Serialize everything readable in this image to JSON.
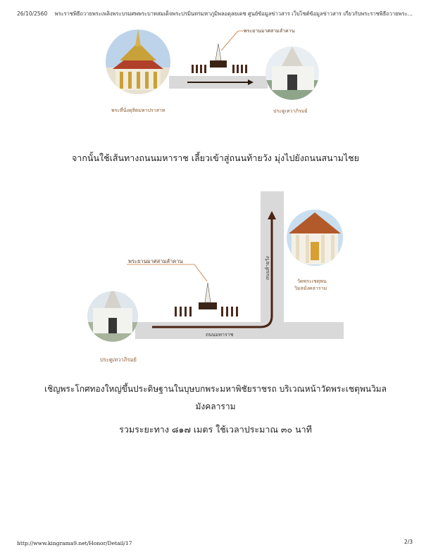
{
  "header": {
    "date": "26/10/2560",
    "title": "พระราชพิธีถวายพระเพลิงพระบรมศพพระบาทสมเด็จพระปรมินทรมหาภูมิพลอดุลยเดช ศูนย์ข้อมูลข่าวสาร เว็บไซต์ข้อมูลข่าวสาร เกี่ยวกับพระราชพิธีถวายพระ..."
  },
  "diagram1": {
    "label_vehicle": "พระยานมาศสามลำคาน",
    "label_left_place": "พระที่นั่งดุสิตมหาปราสาท",
    "label_right_place": "ประตูเทวาภิรมย์"
  },
  "caption1": "จากนั้นใช้เส้นทางถนนมหาราช เลี้ยวเข้าสู่ถนนท้ายวัง มุ่งไปยังถนนสนามไชย",
  "diagram2": {
    "label_vehicle": "พระยานมาศสามลำคาน",
    "label_road_vertical": "ถนนท้ายวัง",
    "label_road_horizontal": "ถนนมหาราช",
    "label_temple_line1": "วัดพระเชตุพน",
    "label_temple_line2": "วิมลมังคลาราม",
    "label_gate": "ประตูเทวาภิรมย์"
  },
  "caption2_line1": "เชิญพระโกศทองใหญ่ขึ้นประดิษฐานในบุษบกพระมหาพิชัยราชรถ บริเวณหน้าวัดพระเชตุพนวิมล",
  "caption2_line2": "มังคลาราม",
  "caption3": "รวมระยะทาง ๘๑๗ เมตร ใช้เวลาประมาณ ๓๐ นาที",
  "footer": {
    "url": "http://www.kingrama9.net/Honor/Detail/17",
    "page": "2/3"
  }
}
